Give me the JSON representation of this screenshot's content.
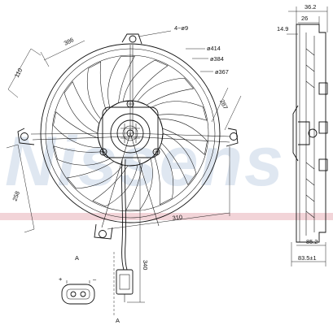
{
  "watermark": {
    "text": "Nissens",
    "color": "#9fb7d6",
    "band_color": "#e3a0a8"
  },
  "front_view": {
    "dims": {
      "d1": "386",
      "d2": "110",
      "holes": "4~ø9",
      "dia_outer": "ø414",
      "dia_mid": "ø384",
      "dia_inner": "ø367",
      "d_287": "287",
      "d_258": "258",
      "d_310": "310",
      "cable": "340"
    },
    "section_marks": [
      "A",
      "A"
    ]
  },
  "side_view": {
    "dims": {
      "top_total": "36.2",
      "top_inner": "26",
      "left": "14.9",
      "bottom_1": "85.2",
      "bottom_2": "83.5±1"
    }
  },
  "connector": {
    "pos": "+",
    "neg": "–"
  }
}
